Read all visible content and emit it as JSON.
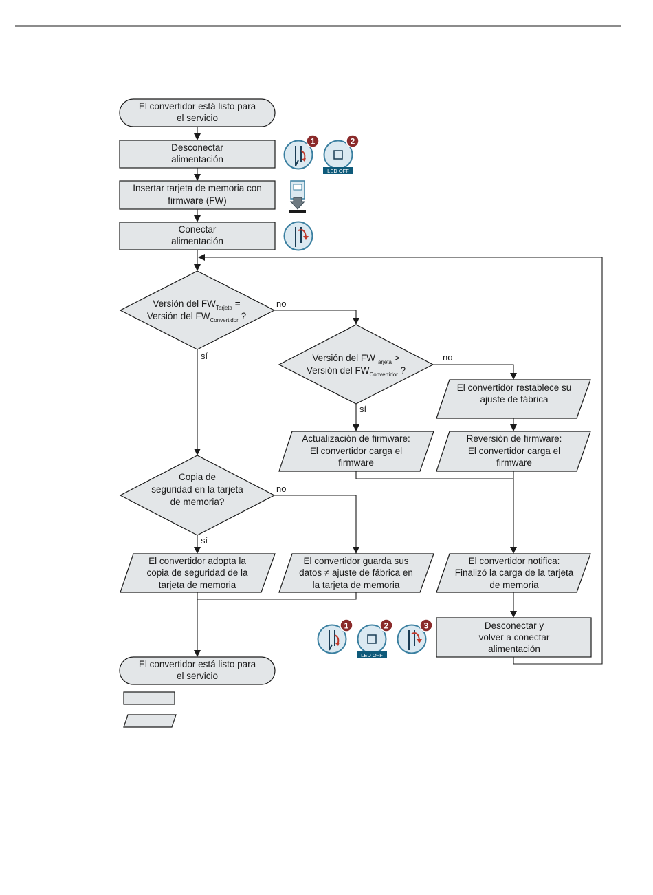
{
  "steps": {
    "ready_top": [
      "El convertidor está listo para",
      "el servicio"
    ],
    "power_off": [
      "Desconectar",
      "alimentación"
    ],
    "insert_card": [
      "Insertar tarjeta de memoria con",
      "firmware (FW)"
    ],
    "power_on": [
      "Conectar",
      "alimentación"
    ],
    "decision_equal": {
      "line1_prefix": "Versión del FW",
      "line1_sub": "Tarjeta",
      "line1_suffix": " =",
      "line2_prefix": "Versión del FW",
      "line2_sub": "Convertidor",
      "line2_suffix": " ?"
    },
    "decision_greater": {
      "line1_prefix": "Versión del FW",
      "line1_sub": "Tarjeta",
      "line1_suffix": " >",
      "line2_prefix": "Versión del FW",
      "line2_sub": "Convertidor",
      "line2_suffix": " ?"
    },
    "factory_reset": [
      "El convertidor restablece su",
      "ajuste de fábrica"
    ],
    "fw_update": [
      "Actualización de firmware:",
      "El convertidor carga el",
      "firmware"
    ],
    "fw_reversion": [
      "Reversión de firmware:",
      "El convertidor carga el",
      "firmware"
    ],
    "decision_backup": [
      "Copia de",
      "seguridad en la tarjeta",
      "de memoria?"
    ],
    "adopt_backup": [
      "El convertidor adopta la",
      "copia de seguridad de la",
      "tarjeta de memoria"
    ],
    "save_data": [
      "El convertidor guarda sus",
      "datos ≠ ajuste de fábrica en",
      "la tarjeta de memoria"
    ],
    "notify": [
      "El convertidor notifica:",
      "Finalizó la carga de la tarjeta",
      "de memoria"
    ],
    "power_cycle": [
      "Desconectar y",
      "volver a conectar",
      "alimentación"
    ],
    "ready_bottom": [
      "El convertidor está listo para",
      "el servicio"
    ]
  },
  "branch_labels": {
    "no_1": "no",
    "si_1": "sí",
    "no_2": "no",
    "si_2": "sí",
    "no_3": "no",
    "si_3": "sí"
  },
  "icons": {
    "badge_1": "1",
    "badge_2": "2",
    "badge_3": "3",
    "led_off": "LED OFF",
    "switch_off": "power-switch-off-icon",
    "switch_on": "power-switch-on-icon",
    "led": "led-off-icon",
    "card": "memory-card-insert-icon"
  },
  "colors": {
    "shape_fill": "#e3e6e8",
    "badge": "#8a2a2a",
    "icon_ring": "#3a7fa0",
    "icon_fill": "#dbe9f1",
    "led_label_bg": "#0e5a7a"
  }
}
